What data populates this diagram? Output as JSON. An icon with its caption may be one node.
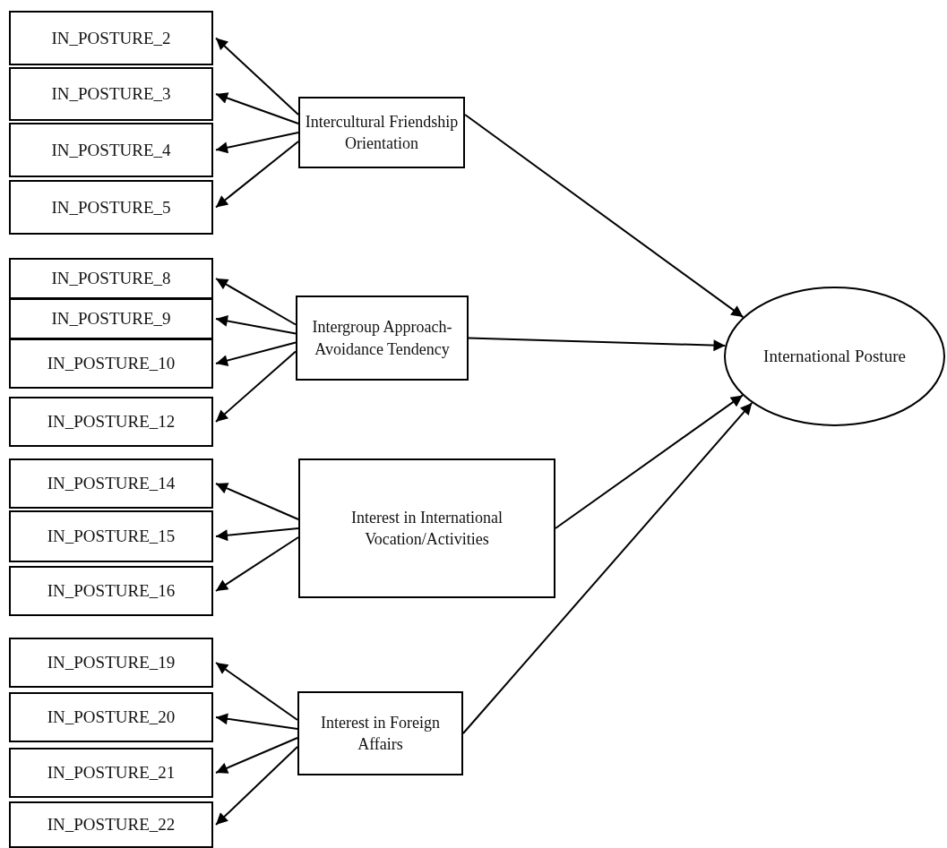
{
  "diagram": {
    "nodes": [
      {
        "text": [
          "IN_POSTURE_2"
        ]
      },
      {
        "text": [
          "IN_POSTURE_3"
        ]
      },
      {
        "text": [
          "IN_POSTURE_4"
        ]
      },
      {
        "text": [
          "IN_POSTURE_5"
        ]
      },
      {
        "text": [
          "Intercultural Friendship Orientation"
        ]
      },
      {
        "text": [
          "IN_POSTURE_8"
        ]
      },
      {
        "text": [
          "IN_POSTURE_9"
        ]
      },
      {
        "text": [
          "IN_POSTURE_10"
        ]
      },
      {
        "text": [
          "IN_POSTURE_12"
        ]
      },
      {
        "text": [
          "Intergroup Approach-Avoidance Tendency"
        ]
      },
      {
        "text": [
          "IN_POSTURE_14"
        ]
      },
      {
        "text": [
          "IN_POSTURE_15"
        ]
      },
      {
        "text": [
          "IN_POSTURE_16"
        ]
      },
      {
        "text": [
          "Interest in International Vocation/Activities"
        ]
      },
      {
        "text": [
          "IN_POSTURE_19"
        ]
      },
      {
        "text": [
          "IN_POSTURE_20"
        ]
      },
      {
        "text": [
          "IN_POSTURE_21"
        ]
      },
      {
        "text": [
          "IN_POSTURE_22"
        ]
      },
      {
        "text": [
          "Interest in Foreign Affairs"
        ]
      },
      {
        "text": [
          "International Posture"
        ]
      }
    ],
    "edges": [
      {
        "from": 4,
        "to": 0,
        "arrow": "to"
      },
      {
        "from": 4,
        "to": 1,
        "arrow": "to"
      },
      {
        "from": 4,
        "to": 2,
        "arrow": "to"
      },
      {
        "from": 4,
        "to": 3,
        "arrow": "to"
      },
      {
        "from": 9,
        "to": 5,
        "arrow": "to"
      },
      {
        "from": 9,
        "to": 6,
        "arrow": "to"
      },
      {
        "from": 9,
        "to": 7,
        "arrow": "to"
      },
      {
        "from": 9,
        "to": 8,
        "arrow": "to"
      },
      {
        "from": 13,
        "to": 10,
        "arrow": "to"
      },
      {
        "from": 13,
        "to": 11,
        "arrow": "to"
      },
      {
        "from": 13,
        "to": 12,
        "arrow": "to"
      },
      {
        "from": 18,
        "to": 14,
        "arrow": "to"
      },
      {
        "from": 18,
        "to": 15,
        "arrow": "to"
      },
      {
        "from": 18,
        "to": 16,
        "arrow": "to"
      },
      {
        "from": 18,
        "to": 17,
        "arrow": "to"
      },
      {
        "from": 4,
        "to": 19,
        "arrow": "to"
      },
      {
        "from": 9,
        "to": 19,
        "arrow": "to"
      },
      {
        "from": 13,
        "to": 19,
        "arrow": "to"
      },
      {
        "from": 18,
        "to": 19,
        "arrow": "to"
      }
    ]
  }
}
